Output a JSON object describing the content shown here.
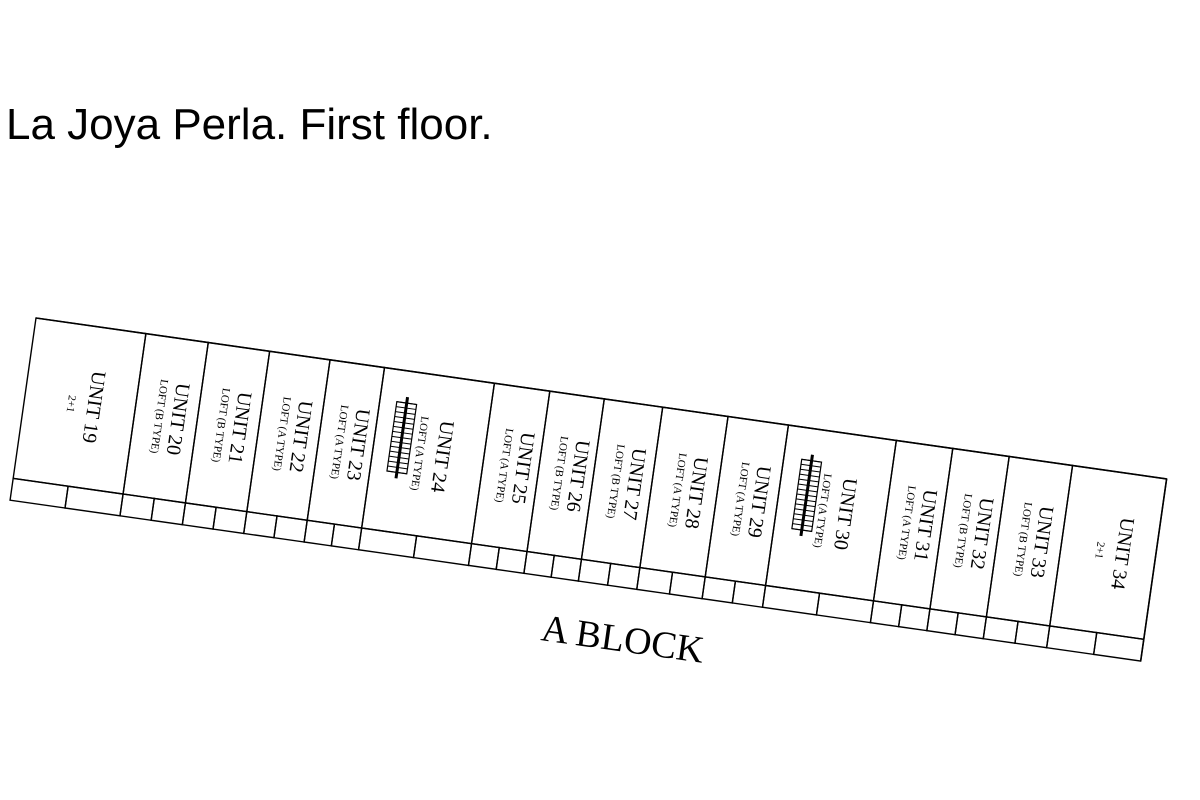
{
  "title": "La Joya Perla. First floor.",
  "block_label": "A BLOCK",
  "units": [
    {
      "name": "UNIT 19",
      "type": "2+1"
    },
    {
      "name": "UNIT 20",
      "type": "LOFT (B TYPE)"
    },
    {
      "name": "UNIT 21",
      "type": "LOFT (B TYPE)"
    },
    {
      "name": "UNIT 22",
      "type": "LOFT (A TYPE)"
    },
    {
      "name": "UNIT 23",
      "type": "LOFT (A TYPE)"
    },
    {
      "name": "UNIT 24",
      "type": "LOFT (A TYPE)"
    },
    {
      "name": "UNIT 25",
      "type": "LOFT (A TYPE)"
    },
    {
      "name": "UNIT 26",
      "type": "LOFT (B TYPE)"
    },
    {
      "name": "UNIT 27",
      "type": "LOFT (B TYPE)"
    },
    {
      "name": "UNIT 28",
      "type": "LOFT (A TYPE)"
    },
    {
      "name": "UNIT 29",
      "type": "LOFT (A TYPE)"
    },
    {
      "name": "UNIT 30",
      "type": "LOFT (A TYPE)"
    },
    {
      "name": "UNIT 31",
      "type": "LOFT (A TYPE)"
    },
    {
      "name": "UNIT 32",
      "type": "LOFT (B TYPE)"
    },
    {
      "name": "UNIT 33",
      "type": "LOFT (B TYPE)"
    },
    {
      "name": "UNIT 34",
      "type": "2+1"
    }
  ],
  "colors": {
    "line": "#000000",
    "background": "#ffffff"
  }
}
